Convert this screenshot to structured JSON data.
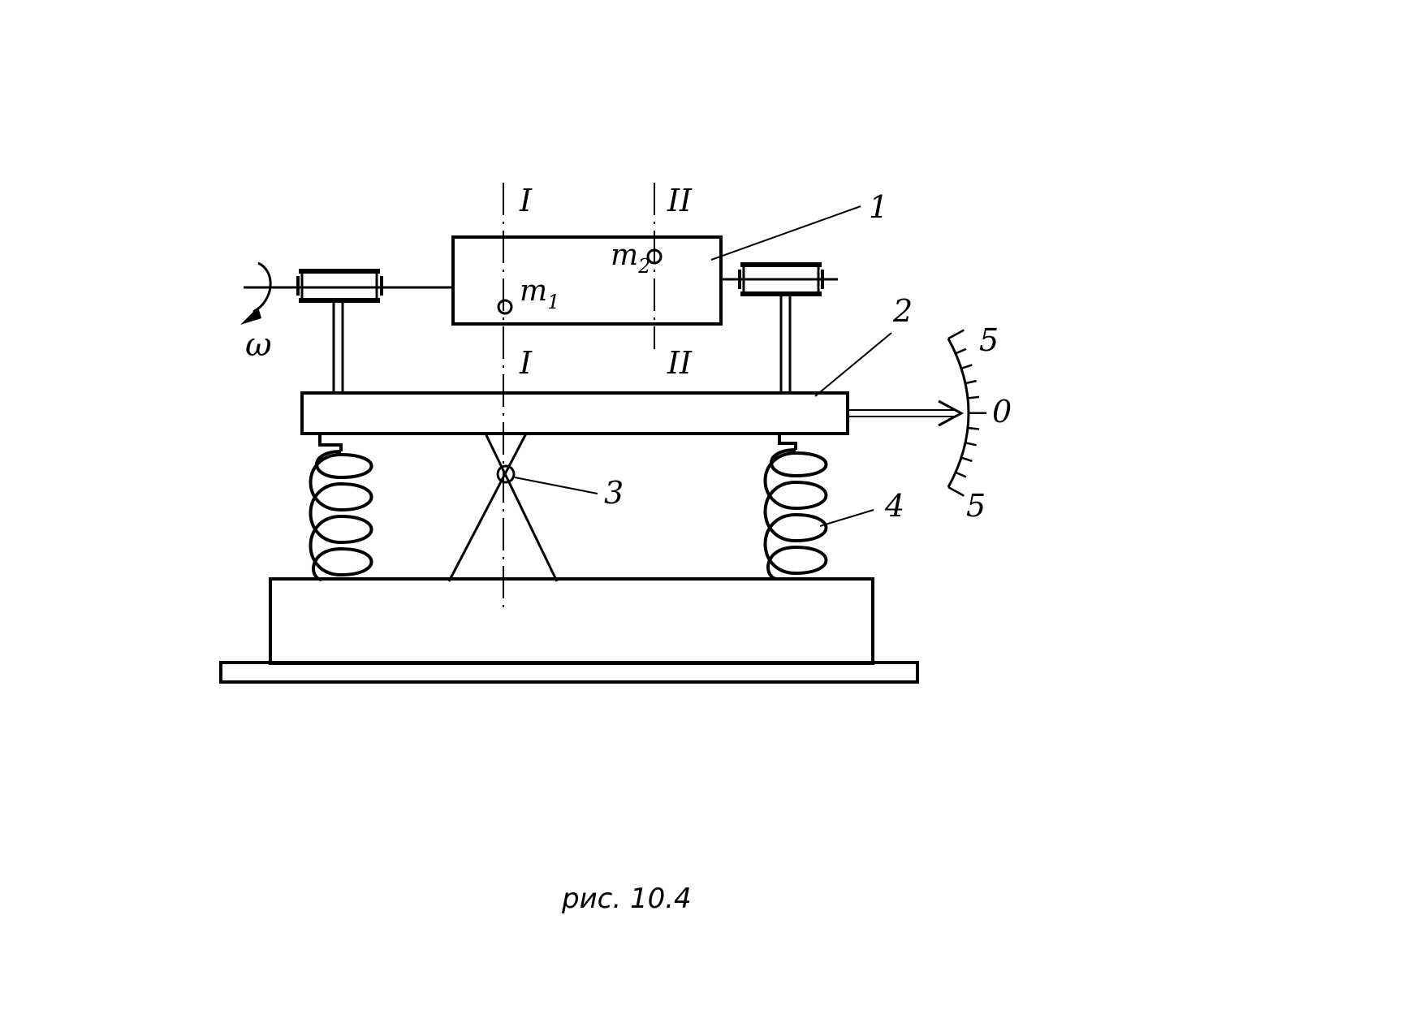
{
  "diagram": {
    "section_lines": {
      "I_top": "I",
      "I_bottom": "I",
      "II_top": "II",
      "II_bottom": "II"
    },
    "masses": {
      "m1": {
        "base": "m",
        "sub": "1"
      },
      "m2": {
        "base": "m",
        "sub": "2"
      }
    },
    "omega": "ω",
    "callouts": {
      "rotor": "1",
      "frame": "2",
      "pivot": "3",
      "spring": "4"
    },
    "scale": {
      "top": "5",
      "zero": "0",
      "bottom": "5"
    },
    "caption": "рис. 10.4"
  }
}
